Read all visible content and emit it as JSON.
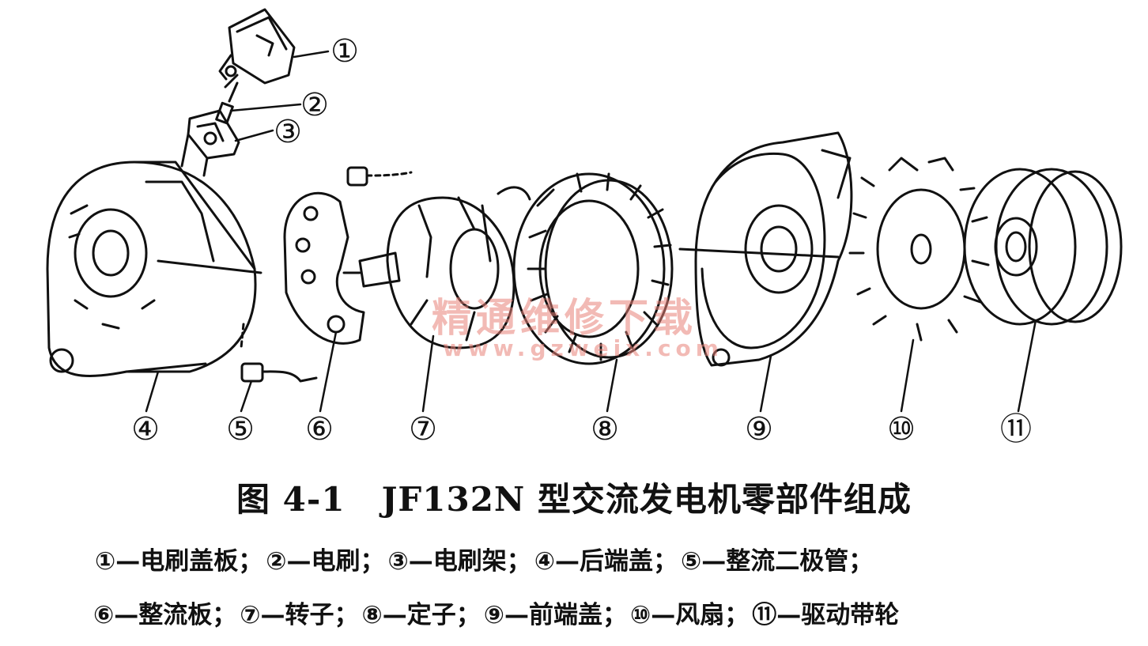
{
  "figure": {
    "caption_number": "图 4-1",
    "caption_title": "JF132N 型交流发电机零部件组成",
    "callouts": [
      "①",
      "②",
      "③",
      "④",
      "⑤",
      "⑥",
      "⑦",
      "⑧",
      "⑨",
      "⑩",
      "⑪"
    ],
    "legend_line_1": [
      "①—电刷盖板；",
      "②—电刷；",
      "③—电刷架；",
      "④—后端盖；",
      "⑤—整流二极管；"
    ],
    "legend_line_2": [
      "⑥—整流板；",
      "⑦—转子；",
      "⑧—定子；",
      "⑨—前端盖；",
      "⑩—风扇；",
      "⑪—驱动带轮"
    ]
  },
  "watermark": {
    "text": "精通维修下载",
    "url": "www.gzweix.com",
    "color": "#e88278"
  }
}
